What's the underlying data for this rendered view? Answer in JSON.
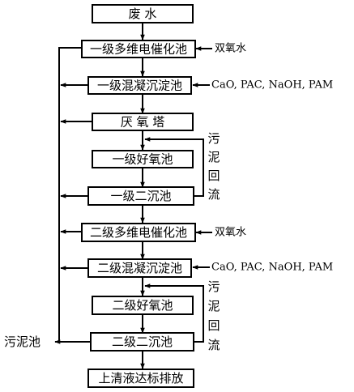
{
  "steps": [
    "废 水",
    "一级多维电催化池",
    "一级混凝沉淀池",
    "厌 氧 塔",
    "一级好氧池",
    "一级二沉池",
    "二级多维电催化池",
    "二级混凝沉淀池",
    "二级好氧池",
    "二级二沉池",
    "上清液达标排放"
  ],
  "inputs": {
    "h2o2_1": "双氧水",
    "chemicals_1": "CaO, PAC, NaOH, PAM",
    "h2o2_2": "双氧水",
    "chemicals_2": "CaO, PAC, NaOH, PAM"
  },
  "sludge_return": {
    "label_1": [
      "污",
      "泥",
      "回",
      "流"
    ],
    "label_2": [
      "污",
      "泥",
      "回",
      "流"
    ]
  },
  "sludge_tank": "污泥池"
}
